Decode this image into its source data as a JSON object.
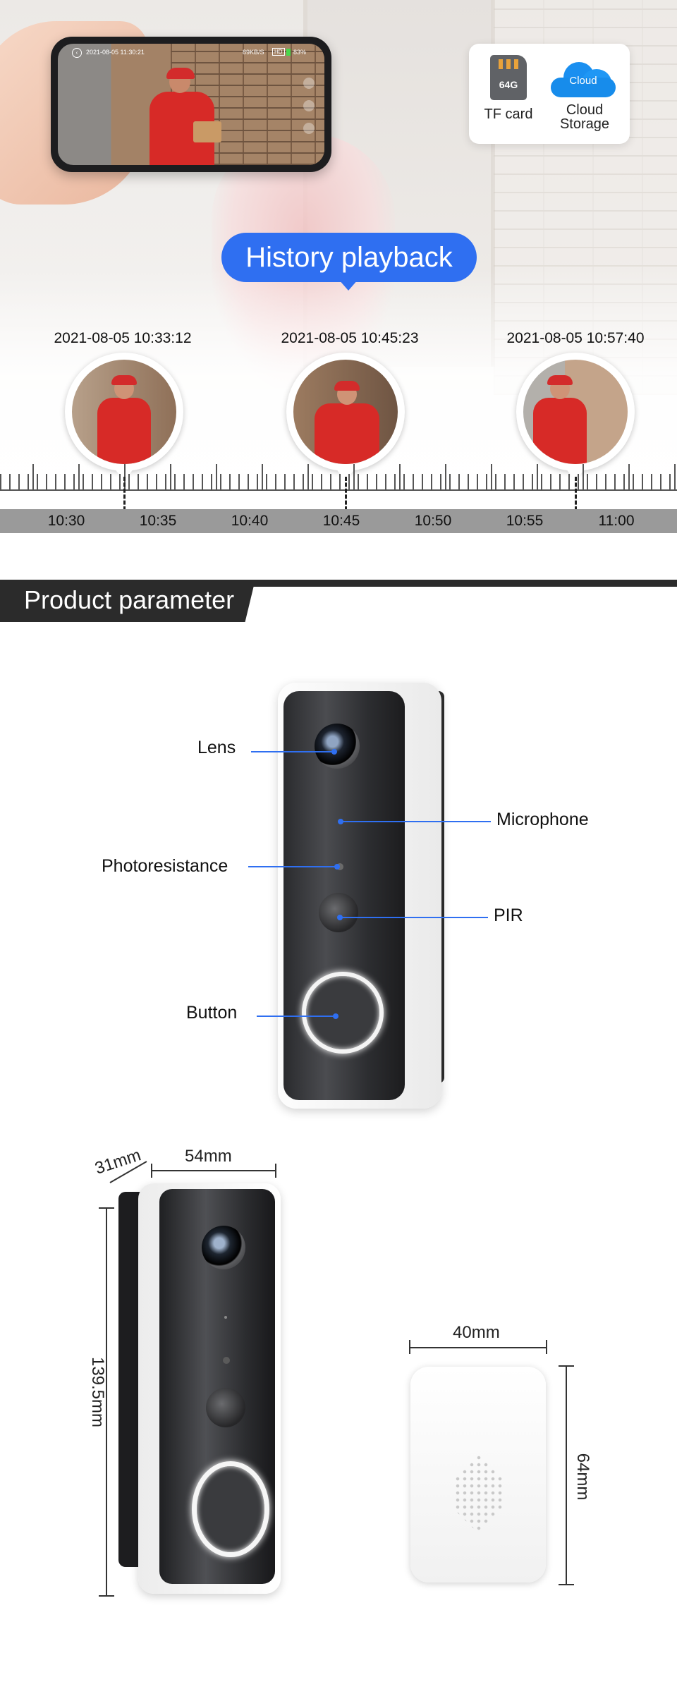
{
  "hero": {
    "phone_status": {
      "time": "2021-08-05  11:30:21",
      "speed": "89KB/S",
      "quality": "HD",
      "battery": "83%"
    },
    "storage": {
      "sd_capacity": "64G",
      "tf_label": "TF card",
      "cloud_badge": "Cloud",
      "cloud_label_1": "Cloud",
      "cloud_label_2": "Storage"
    },
    "history_title": "History playback",
    "clips": [
      {
        "timestamp": "2021-08-05 10:33:12"
      },
      {
        "timestamp": "2021-08-05 10:45:23"
      },
      {
        "timestamp": "2021-08-05 10:57:40"
      }
    ],
    "timeline_labels": [
      "10:30",
      "10:35",
      "10:40",
      "10:45",
      "10:50",
      "10:55",
      "11:00"
    ]
  },
  "parameter": {
    "section_title": "Product parameter",
    "callouts": {
      "lens": "Lens",
      "microphone": "Microphone",
      "photoresistance": "Photoresistance",
      "pir": "PIR",
      "button": "Button"
    },
    "doorbell_dims": {
      "depth": "31mm",
      "width": "54mm",
      "height": "139.5mm"
    },
    "chime_dims": {
      "width": "40mm",
      "height": "64mm"
    }
  },
  "colors": {
    "accent": "#2f6ff1",
    "dark_bar": "#2b2b2b",
    "timeline_bar": "#9a9a9a"
  }
}
